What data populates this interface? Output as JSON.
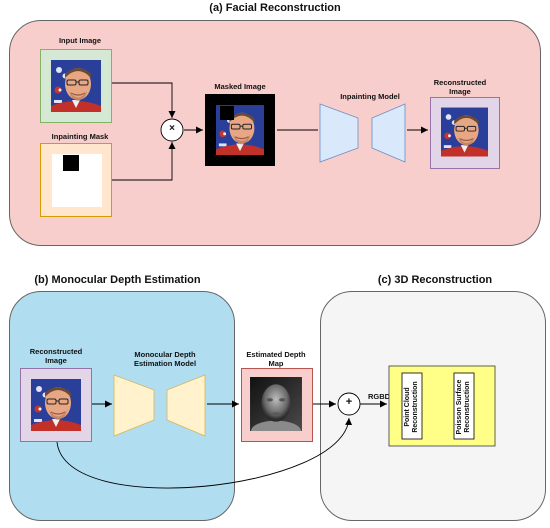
{
  "section_a": {
    "title": "(a) Facial Reconstruction",
    "input_image_label": "Input Image",
    "mask_label": "Inpainting Mask",
    "multiply_symbol": "×",
    "masked_image_label": "Masked Image",
    "inpainting_model_label": "Inpainting Model",
    "reconstructed_label": "Reconstructed\nImage"
  },
  "section_b": {
    "title": "(b) Monocular Depth Estimation",
    "reconstructed_label": "Reconstructed\nImage",
    "depth_model_label": "Monocular Depth\nEstimation Model",
    "depth_map_label": "Estimated Depth\nMap"
  },
  "section_c": {
    "title": "(c) 3D Reconstruction",
    "plus_symbol": "+",
    "rgbd_label": "RGBD",
    "point_cloud_label": "Point Cloud\nReconstruction",
    "poisson_label": "Poisson Surface\nReconstruction"
  },
  "colors": {
    "panel_a_fill": "#f8cecc",
    "panel_b_fill": "#b1ddf0",
    "panel_c_fill": "#f5f5f5",
    "input_frame": "#d5e8d4",
    "mask_frame": "#ffe6cc",
    "recon_frame": "#e1d5e7",
    "depth_frame": "#f8cecc",
    "inpaint_model": "#dae8fc",
    "depth_model": "#fff2cc",
    "recon_box": "#ffff88"
  }
}
